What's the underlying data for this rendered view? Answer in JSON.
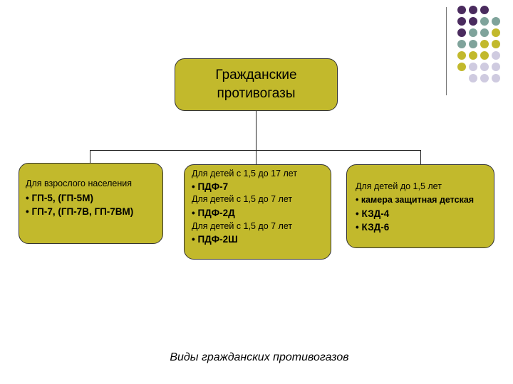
{
  "title": "Гражданские\nпротивогазы",
  "groups": {
    "adults": {
      "label": "Для взрослого населения",
      "items": [
        "• ГП-5, (ГП-5М)",
        "• ГП-7, (ГП-7В, ГП-7ВМ)"
      ]
    },
    "children17": {
      "label1": "Для детей с 1,5 до 17 лет",
      "item1": "• ПДФ-7",
      "label2": "Для детей с 1,5 до 7 лет",
      "item2": "• ПДФ-2Д",
      "label3": "Для детей с 1,5 до 7 лет",
      "item3": "• ПДФ-2Ш"
    },
    "infants": {
      "label": "Для детей до 1,5 лет",
      "item1": "• камера защитная детская",
      "item2": "• КЗД-4",
      "item3": "• КЗД-6"
    }
  },
  "caption": "Виды гражданских противогазов",
  "colors": {
    "box_fill": "#c2b92c",
    "dot_purple": "#4a2b5e",
    "dot_teal": "#7fa39b",
    "dot_olive": "#c2b92c",
    "dot_lavender": "#cfcbe0"
  }
}
